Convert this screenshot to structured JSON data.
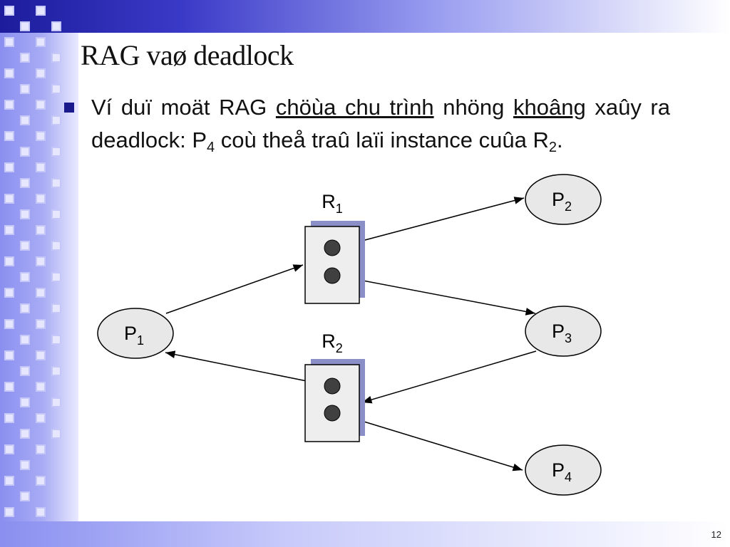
{
  "slide": {
    "title": "RAG vaø deadlock",
    "bullet": {
      "parts": [
        {
          "text": "Ví duï moät RAG ",
          "underline": false
        },
        {
          "text": "chöùa chu trình",
          "underline": true
        },
        {
          "text": " nhöng ",
          "underline": false
        },
        {
          "text": "khoâng",
          "underline": true
        },
        {
          "text": " xaûy ra deadlock: P",
          "underline": false
        },
        {
          "text": "4",
          "sub": true
        },
        {
          "text": " coù theå traû laïi instance cuûa R",
          "underline": false
        },
        {
          "text": "2",
          "sub": true
        },
        {
          "text": ".",
          "underline": false
        }
      ]
    },
    "page_number": "12"
  },
  "graph": {
    "processes": [
      {
        "id": "P1",
        "base": "P",
        "sub": "1"
      },
      {
        "id": "P2",
        "base": "P",
        "sub": "2"
      },
      {
        "id": "P3",
        "base": "P",
        "sub": "3"
      },
      {
        "id": "P4",
        "base": "P",
        "sub": "4"
      }
    ],
    "resources": [
      {
        "id": "R1",
        "base": "R",
        "sub": "1",
        "instances": 2
      },
      {
        "id": "R2",
        "base": "R",
        "sub": "2",
        "instances": 2
      }
    ],
    "edges": [
      {
        "from": "P1",
        "to": "R1",
        "kind": "request"
      },
      {
        "from": "R1",
        "to": "P2",
        "kind": "assignment"
      },
      {
        "from": "R1",
        "to": "P3",
        "kind": "assignment"
      },
      {
        "from": "P3",
        "to": "R2",
        "kind": "request"
      },
      {
        "from": "R2",
        "to": "P1",
        "kind": "assignment"
      },
      {
        "from": "R2",
        "to": "P4",
        "kind": "assignment"
      }
    ]
  },
  "colors": {
    "node_fill": "#e8e8e8",
    "resource_fill": "#eeeeee",
    "resource_shadow": "#8a8fc8",
    "dot": "#404040"
  }
}
